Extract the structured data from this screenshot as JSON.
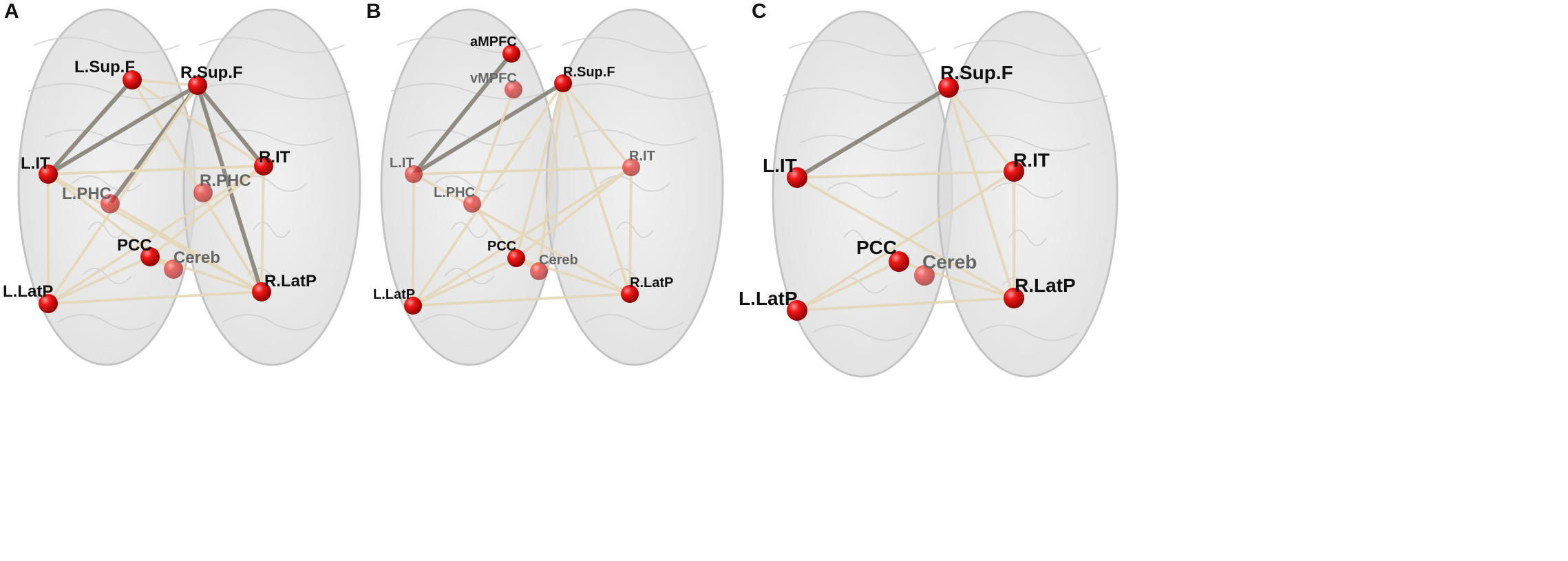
{
  "colors": {
    "background": "#ffffff",
    "brain_fill": "#e2e2e2",
    "brain_stroke": "#c4c4c4",
    "node": "#e00000",
    "node_highlight": "#ff9a9a",
    "edge_strong": "#8c877c",
    "edge_weak": "#e4d7b8",
    "label_front": "#111111",
    "label_behind": "#666666"
  },
  "panels": [
    {
      "letter": "A",
      "nodes": [
        {
          "id": "lsupf",
          "label": "L.Sup.F",
          "behind": false
        },
        {
          "id": "rsupf",
          "label": "R.Sup.F",
          "behind": false
        },
        {
          "id": "lit",
          "label": "L.IT",
          "behind": false
        },
        {
          "id": "rit",
          "label": "R.IT",
          "behind": false
        },
        {
          "id": "lphc",
          "label": "L.PHC",
          "behind": true
        },
        {
          "id": "rphc",
          "label": "R.PHC",
          "behind": true
        },
        {
          "id": "pcc",
          "label": "PCC",
          "behind": false
        },
        {
          "id": "cereb",
          "label": "Cereb",
          "behind": true
        },
        {
          "id": "llatp",
          "label": "L.LatP",
          "behind": false
        },
        {
          "id": "rlatp",
          "label": "R.LatP",
          "behind": false
        }
      ],
      "edges": [
        {
          "from": "lsupf",
          "to": "rsupf",
          "strength": "weak"
        },
        {
          "from": "lsupf",
          "to": "lit",
          "strength": "strong"
        },
        {
          "from": "lsupf",
          "to": "rit",
          "strength": "weak"
        },
        {
          "from": "lsupf",
          "to": "rlatp",
          "strength": "weak"
        },
        {
          "from": "rsupf",
          "to": "lit",
          "strength": "strong"
        },
        {
          "from": "rsupf",
          "to": "lphc",
          "strength": "strong"
        },
        {
          "from": "rsupf",
          "to": "rit",
          "strength": "strong"
        },
        {
          "from": "rsupf",
          "to": "rlatp",
          "strength": "strong"
        },
        {
          "from": "rsupf",
          "to": "llatp",
          "strength": "weak"
        },
        {
          "from": "lit",
          "to": "rit",
          "strength": "weak"
        },
        {
          "from": "lit",
          "to": "llatp",
          "strength": "weak"
        },
        {
          "from": "lit",
          "to": "rlatp",
          "strength": "weak"
        },
        {
          "from": "lit",
          "to": "cereb",
          "strength": "weak"
        },
        {
          "from": "rit",
          "to": "rlatp",
          "strength": "weak"
        },
        {
          "from": "rit",
          "to": "llatp",
          "strength": "weak"
        },
        {
          "from": "rit",
          "to": "pcc",
          "strength": "weak"
        },
        {
          "from": "lphc",
          "to": "rlatp",
          "strength": "weak"
        },
        {
          "from": "pcc",
          "to": "llatp",
          "strength": "weak"
        },
        {
          "from": "pcc",
          "to": "rlatp",
          "strength": "weak"
        },
        {
          "from": "pcc",
          "to": "cereb",
          "strength": "weak"
        },
        {
          "from": "llatp",
          "to": "rlatp",
          "strength": "weak"
        }
      ]
    },
    {
      "letter": "B",
      "nodes": [
        {
          "id": "ampfc",
          "label": "aMPFC",
          "behind": false
        },
        {
          "id": "vmpfc",
          "label": "vMPFC",
          "behind": true
        },
        {
          "id": "rsupf",
          "label": "R.Sup.F",
          "behind": false
        },
        {
          "id": "lit",
          "label": "L.IT",
          "behind": true
        },
        {
          "id": "rit",
          "label": "R.IT",
          "behind": true
        },
        {
          "id": "lphc",
          "label": "L.PHC",
          "behind": true
        },
        {
          "id": "pcc",
          "label": "PCC",
          "behind": false
        },
        {
          "id": "cereb",
          "label": "Cereb",
          "behind": true
        },
        {
          "id": "llatp",
          "label": "L.LatP",
          "behind": false
        },
        {
          "id": "rlatp",
          "label": "R.LatP",
          "behind": false
        }
      ],
      "edges": [
        {
          "from": "ampfc",
          "to": "lit",
          "strength": "strong"
        },
        {
          "from": "rsupf",
          "to": "lit",
          "strength": "strong"
        },
        {
          "from": "rsupf",
          "to": "llatp",
          "strength": "weak"
        },
        {
          "from": "rsupf",
          "to": "pcc",
          "strength": "weak"
        },
        {
          "from": "rsupf",
          "to": "rit",
          "strength": "weak"
        },
        {
          "from": "rsupf",
          "to": "rlatp",
          "strength": "weak"
        },
        {
          "from": "rsupf",
          "to": "cereb",
          "strength": "weak"
        },
        {
          "from": "vmpfc",
          "to": "lphc",
          "strength": "weak"
        },
        {
          "from": "lit",
          "to": "rit",
          "strength": "weak"
        },
        {
          "from": "lit",
          "to": "llatp",
          "strength": "weak"
        },
        {
          "from": "lit",
          "to": "rlatp",
          "strength": "weak"
        },
        {
          "from": "rit",
          "to": "llatp",
          "strength": "weak"
        },
        {
          "from": "rit",
          "to": "pcc",
          "strength": "weak"
        },
        {
          "from": "rit",
          "to": "rlatp",
          "strength": "weak"
        },
        {
          "from": "lphc",
          "to": "pcc",
          "strength": "weak"
        },
        {
          "from": "pcc",
          "to": "llatp",
          "strength": "weak"
        },
        {
          "from": "pcc",
          "to": "rlatp",
          "strength": "weak"
        },
        {
          "from": "pcc",
          "to": "cereb",
          "strength": "weak"
        },
        {
          "from": "llatp",
          "to": "rlatp",
          "strength": "weak"
        }
      ]
    },
    {
      "letter": "C",
      "nodes": [
        {
          "id": "rsupf",
          "label": "R.Sup.F",
          "behind": false
        },
        {
          "id": "lit",
          "label": "L.IT",
          "behind": false
        },
        {
          "id": "rit",
          "label": "R.IT",
          "behind": false
        },
        {
          "id": "pcc",
          "label": "PCC",
          "behind": false
        },
        {
          "id": "cereb",
          "label": "Cereb",
          "behind": true
        },
        {
          "id": "llatp",
          "label": "L.LatP",
          "behind": false
        },
        {
          "id": "rlatp",
          "label": "R.LatP",
          "behind": false
        }
      ],
      "edges": [
        {
          "from": "rsupf",
          "to": "lit",
          "strength": "strong"
        },
        {
          "from": "rsupf",
          "to": "rit",
          "strength": "weak"
        },
        {
          "from": "rsupf",
          "to": "rlatp",
          "strength": "weak"
        },
        {
          "from": "lit",
          "to": "rit",
          "strength": "weak"
        },
        {
          "from": "lit",
          "to": "rlatp",
          "strength": "weak"
        },
        {
          "from": "rit",
          "to": "llatp",
          "strength": "weak"
        },
        {
          "from": "rit",
          "to": "rlatp",
          "strength": "weak"
        },
        {
          "from": "pcc",
          "to": "llatp",
          "strength": "weak"
        },
        {
          "from": "pcc",
          "to": "rlatp",
          "strength": "weak"
        },
        {
          "from": "llatp",
          "to": "rlatp",
          "strength": "weak"
        }
      ]
    }
  ]
}
